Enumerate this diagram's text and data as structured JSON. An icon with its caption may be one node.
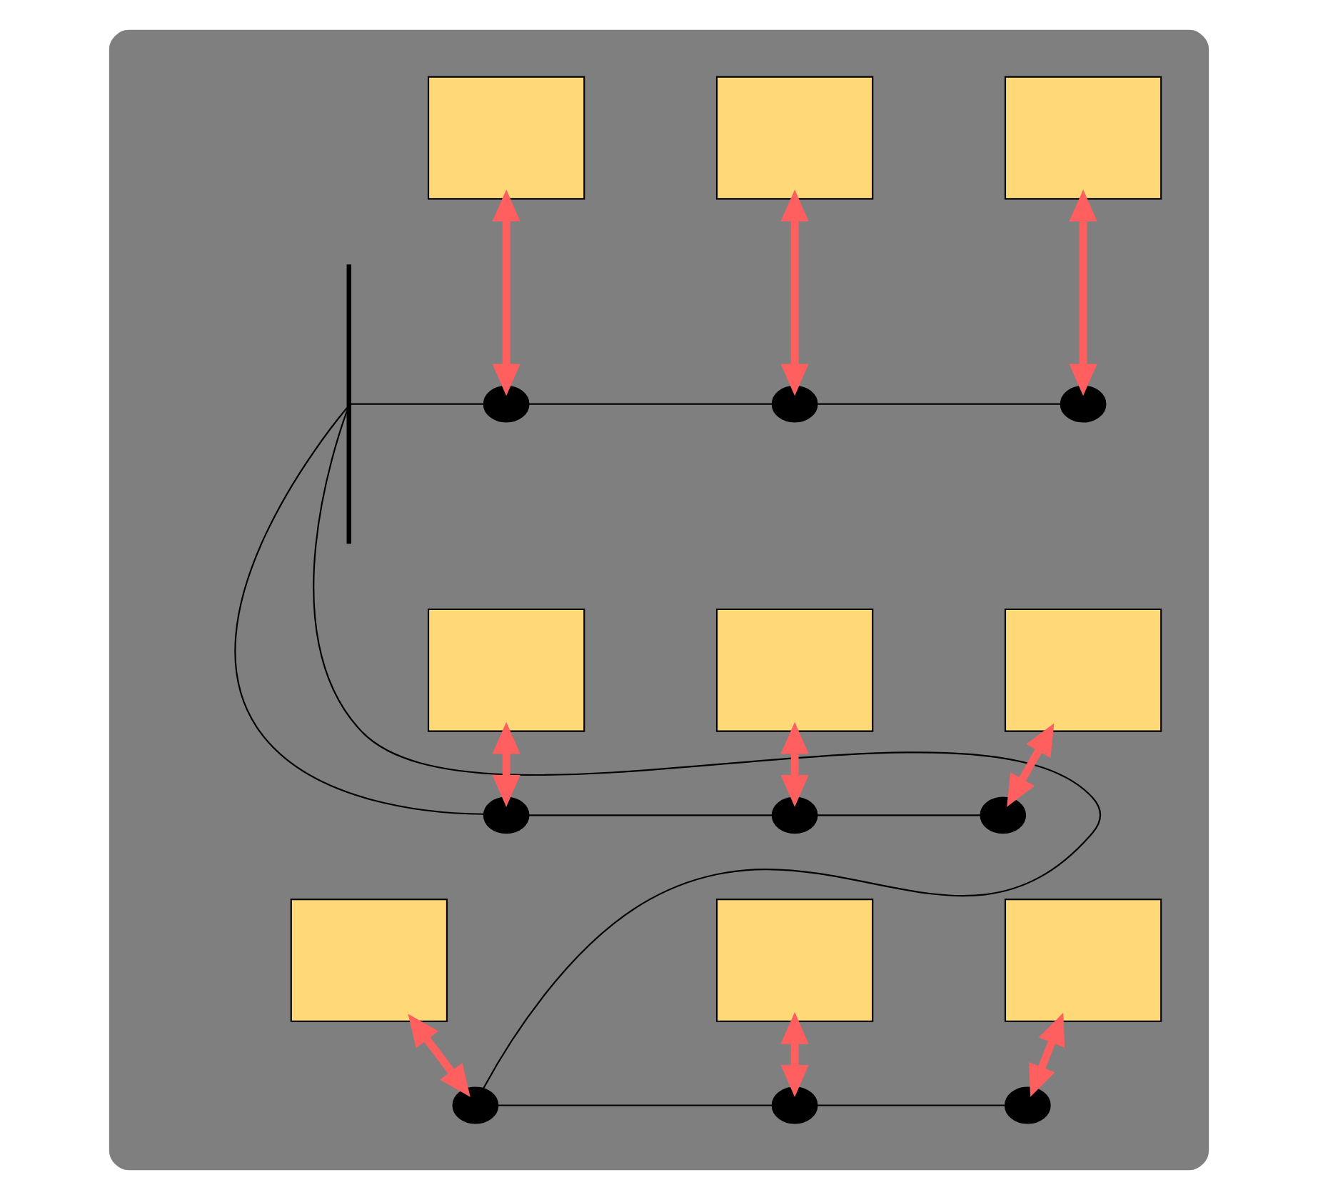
{
  "diagram": {
    "nodes": [
      {
        "text": [],
        "shape": "box"
      },
      {
        "text": [],
        "shape": "box",
        "in": 0
      },
      {
        "text": [],
        "shape": "box",
        "in": 0
      },
      {
        "text": [],
        "shape": "box",
        "in": 0
      },
      {
        "text": [],
        "shape": "bar",
        "in": 0
      },
      {
        "text": [],
        "shape": "circle",
        "in": 0
      },
      {
        "text": [],
        "shape": "circle",
        "in": 0
      },
      {
        "text": [],
        "shape": "circle",
        "in": 0
      },
      {
        "text": [],
        "shape": "box",
        "in": 0
      },
      {
        "text": [],
        "shape": "box",
        "in": 0
      },
      {
        "text": [],
        "shape": "box",
        "in": 0
      },
      {
        "text": [],
        "shape": "circle",
        "in": 0
      },
      {
        "text": [],
        "shape": "circle",
        "in": 0
      },
      {
        "text": [],
        "shape": "circle",
        "in": 0
      },
      {
        "text": [],
        "shape": "box",
        "in": 0
      },
      {
        "text": [],
        "shape": "box",
        "in": 0
      },
      {
        "text": [],
        "shape": "box",
        "in": 0
      },
      {
        "text": [],
        "shape": "circle",
        "in": 0
      },
      {
        "text": [],
        "shape": "circle",
        "in": 0
      },
      {
        "text": [],
        "shape": "circle",
        "in": 0
      }
    ],
    "edges": [
      {
        "from": 1,
        "to": 5,
        "arrow": "both",
        "style": "thick",
        "color": "#ff5f5f"
      },
      {
        "from": 2,
        "to": 6,
        "arrow": "both",
        "style": "thick",
        "color": "#ff5f5f"
      },
      {
        "from": 3,
        "to": 7,
        "arrow": "both",
        "style": "thick",
        "color": "#ff5f5f"
      },
      {
        "from": 4,
        "to": 5,
        "arrow": "none",
        "color": "#000000"
      },
      {
        "from": 5,
        "to": 6,
        "arrow": "none",
        "color": "#000000"
      },
      {
        "from": 6,
        "to": 7,
        "arrow": "none",
        "color": "#000000"
      },
      {
        "from": 8,
        "to": 11,
        "arrow": "both",
        "style": "thick",
        "color": "#ff5f5f"
      },
      {
        "from": 9,
        "to": 12,
        "arrow": "both",
        "style": "thick",
        "color": "#ff5f5f"
      },
      {
        "from": 10,
        "to": 13,
        "arrow": "both",
        "style": "thick",
        "color": "#ff5f5f"
      },
      {
        "from": 4,
        "to": 11,
        "arrow": "none",
        "color": "#000000"
      },
      {
        "from": 11,
        "to": 12,
        "arrow": "none",
        "color": "#000000"
      },
      {
        "from": 12,
        "to": 13,
        "arrow": "none",
        "color": "#000000"
      },
      {
        "from": 14,
        "to": 17,
        "arrow": "both",
        "style": "thick",
        "color": "#ff5f5f"
      },
      {
        "from": 15,
        "to": 18,
        "arrow": "both",
        "style": "thick",
        "color": "#ff5f5f"
      },
      {
        "from": 16,
        "to": 19,
        "arrow": "both",
        "style": "thick",
        "color": "#ff5f5f"
      },
      {
        "from": 4,
        "to": 17,
        "arrow": "none",
        "color": "#000000"
      },
      {
        "from": 17,
        "to": 18,
        "arrow": "none",
        "color": "#000000"
      },
      {
        "from": 18,
        "to": 19,
        "arrow": "none",
        "color": "#000000"
      }
    ]
  }
}
